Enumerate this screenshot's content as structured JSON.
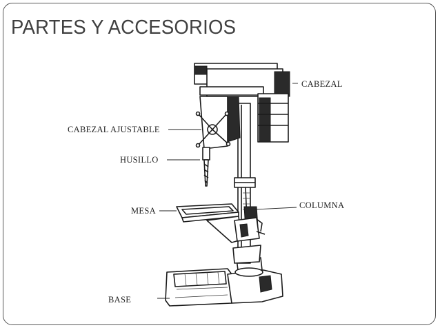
{
  "slide": {
    "title": "PARTES Y ACCESORIOS"
  },
  "diagram": {
    "labels": {
      "cabezal": "CABEZAL",
      "cabezal_ajustable": "CABEZAL AJUSTABLE",
      "husillo": "HUSILLO",
      "columna": "COLUMNA",
      "mesa": "MESA",
      "base": "BASE"
    }
  }
}
